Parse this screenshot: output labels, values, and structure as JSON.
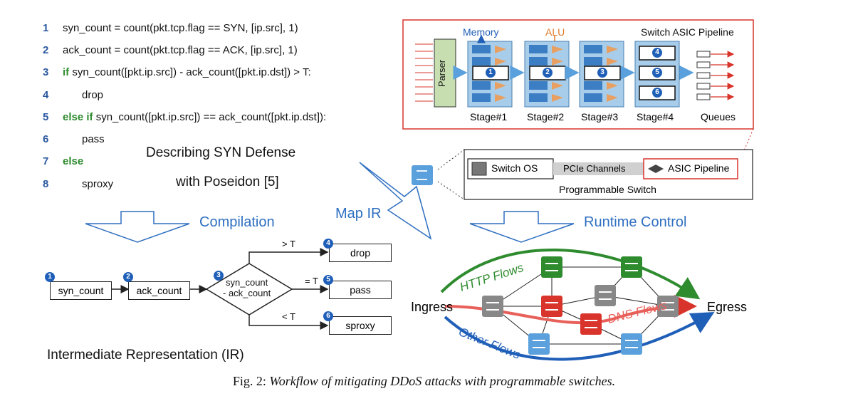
{
  "code": {
    "lines": [
      {
        "num": "1",
        "pre": "",
        "kw": "",
        "text": "syn_count = count(pkt.tcp.flag == SYN, [ip.src], 1)"
      },
      {
        "num": "2",
        "pre": "",
        "kw": "",
        "text": "ack_count = count(pkt.tcp.flag == ACK, [ip.src], 1)"
      },
      {
        "num": "3",
        "pre": "",
        "kw": "if",
        "text": " syn_count([pkt.ip.src]) - ack_count([pkt.ip.dst]) > T:"
      },
      {
        "num": "4",
        "pre": "    ",
        "kw": "",
        "text": "drop"
      },
      {
        "num": "5",
        "pre": "",
        "kw": "else if",
        "text": " syn_count([pkt.ip.src]) == ack_count([pkt.ip.dst]):"
      },
      {
        "num": "6",
        "pre": "    ",
        "kw": "",
        "text": "pass"
      },
      {
        "num": "7",
        "pre": "",
        "kw": "else",
        "text": ""
      },
      {
        "num": "8",
        "pre": "    ",
        "kw": "",
        "text": "sproxy"
      }
    ]
  },
  "describe": {
    "line1": "Describing SYN Defense",
    "line2": "with Poseidon [5]"
  },
  "labels": {
    "compilation": "Compilation",
    "map_ir": "Map IR",
    "runtime": "Runtime Control",
    "ir_title": "Intermediate Representation (IR)"
  },
  "ir": {
    "syn": "syn_count",
    "ack": "ack_count",
    "cond1": "syn_count",
    "cond2": "- ack_count",
    "drop": "drop",
    "pass": "pass",
    "sproxy": "sproxy",
    "gt": "> T",
    "eq": "= T",
    "lt": "< T",
    "b1": "1",
    "b2": "2",
    "b3": "3",
    "b4": "4",
    "b5": "5",
    "b6": "6"
  },
  "asic": {
    "title": "Switch ASIC Pipeline",
    "memory": "Memory",
    "alu": "ALU",
    "parser": "Parser",
    "stages": [
      "Stage#1",
      "Stage#2",
      "Stage#3",
      "Stage#4"
    ],
    "queues": "Queues",
    "b1": "1",
    "b2": "2",
    "b3": "3",
    "b4": "4",
    "b5": "5",
    "b6": "6"
  },
  "switch": {
    "os": "Switch OS",
    "pcie": "PCIe Channels",
    "asic": "ASIC Pipeline",
    "title": "Programmable Switch"
  },
  "network": {
    "ingress": "Ingress",
    "egress": "Egress",
    "http": "HTTP Flows",
    "dns": "DNS Flows",
    "other": "Other Flows"
  },
  "caption": {
    "prefix": "Fig. 2: ",
    "text": "Workflow of mitigating DDoS attacks with programmable switches."
  },
  "colors": {
    "blue": "#2f6fc1",
    "green": "#2e8b2e",
    "red": "#d9342b",
    "gray": "#888888",
    "lightblue": "#5aa0dc",
    "asic_border": "#d9342b"
  }
}
